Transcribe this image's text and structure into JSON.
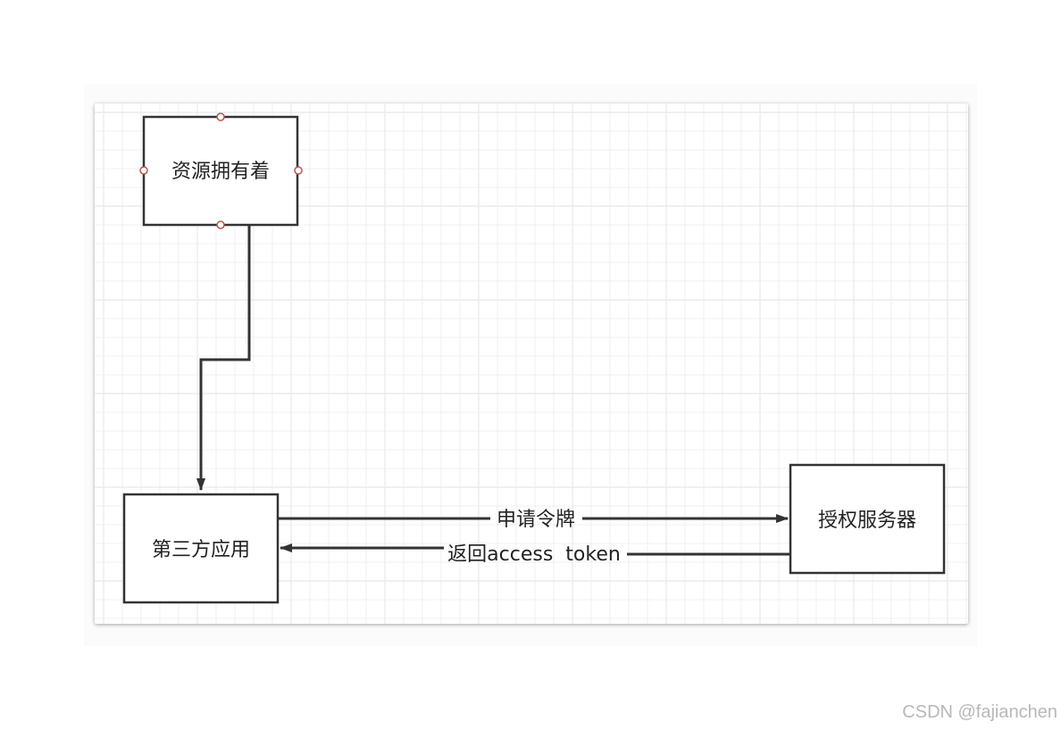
{
  "nodes": {
    "resource_owner": "资源拥有着",
    "third_party_app": "第三方应用",
    "auth_server": "授权服务器"
  },
  "edges": {
    "request_token": "申请令牌",
    "return_token": "返回access  token"
  },
  "watermark": "CSDN @fajianchen",
  "colors": {
    "stroke": "#333333",
    "grid": "#ececec",
    "handle": "#c0504d"
  }
}
